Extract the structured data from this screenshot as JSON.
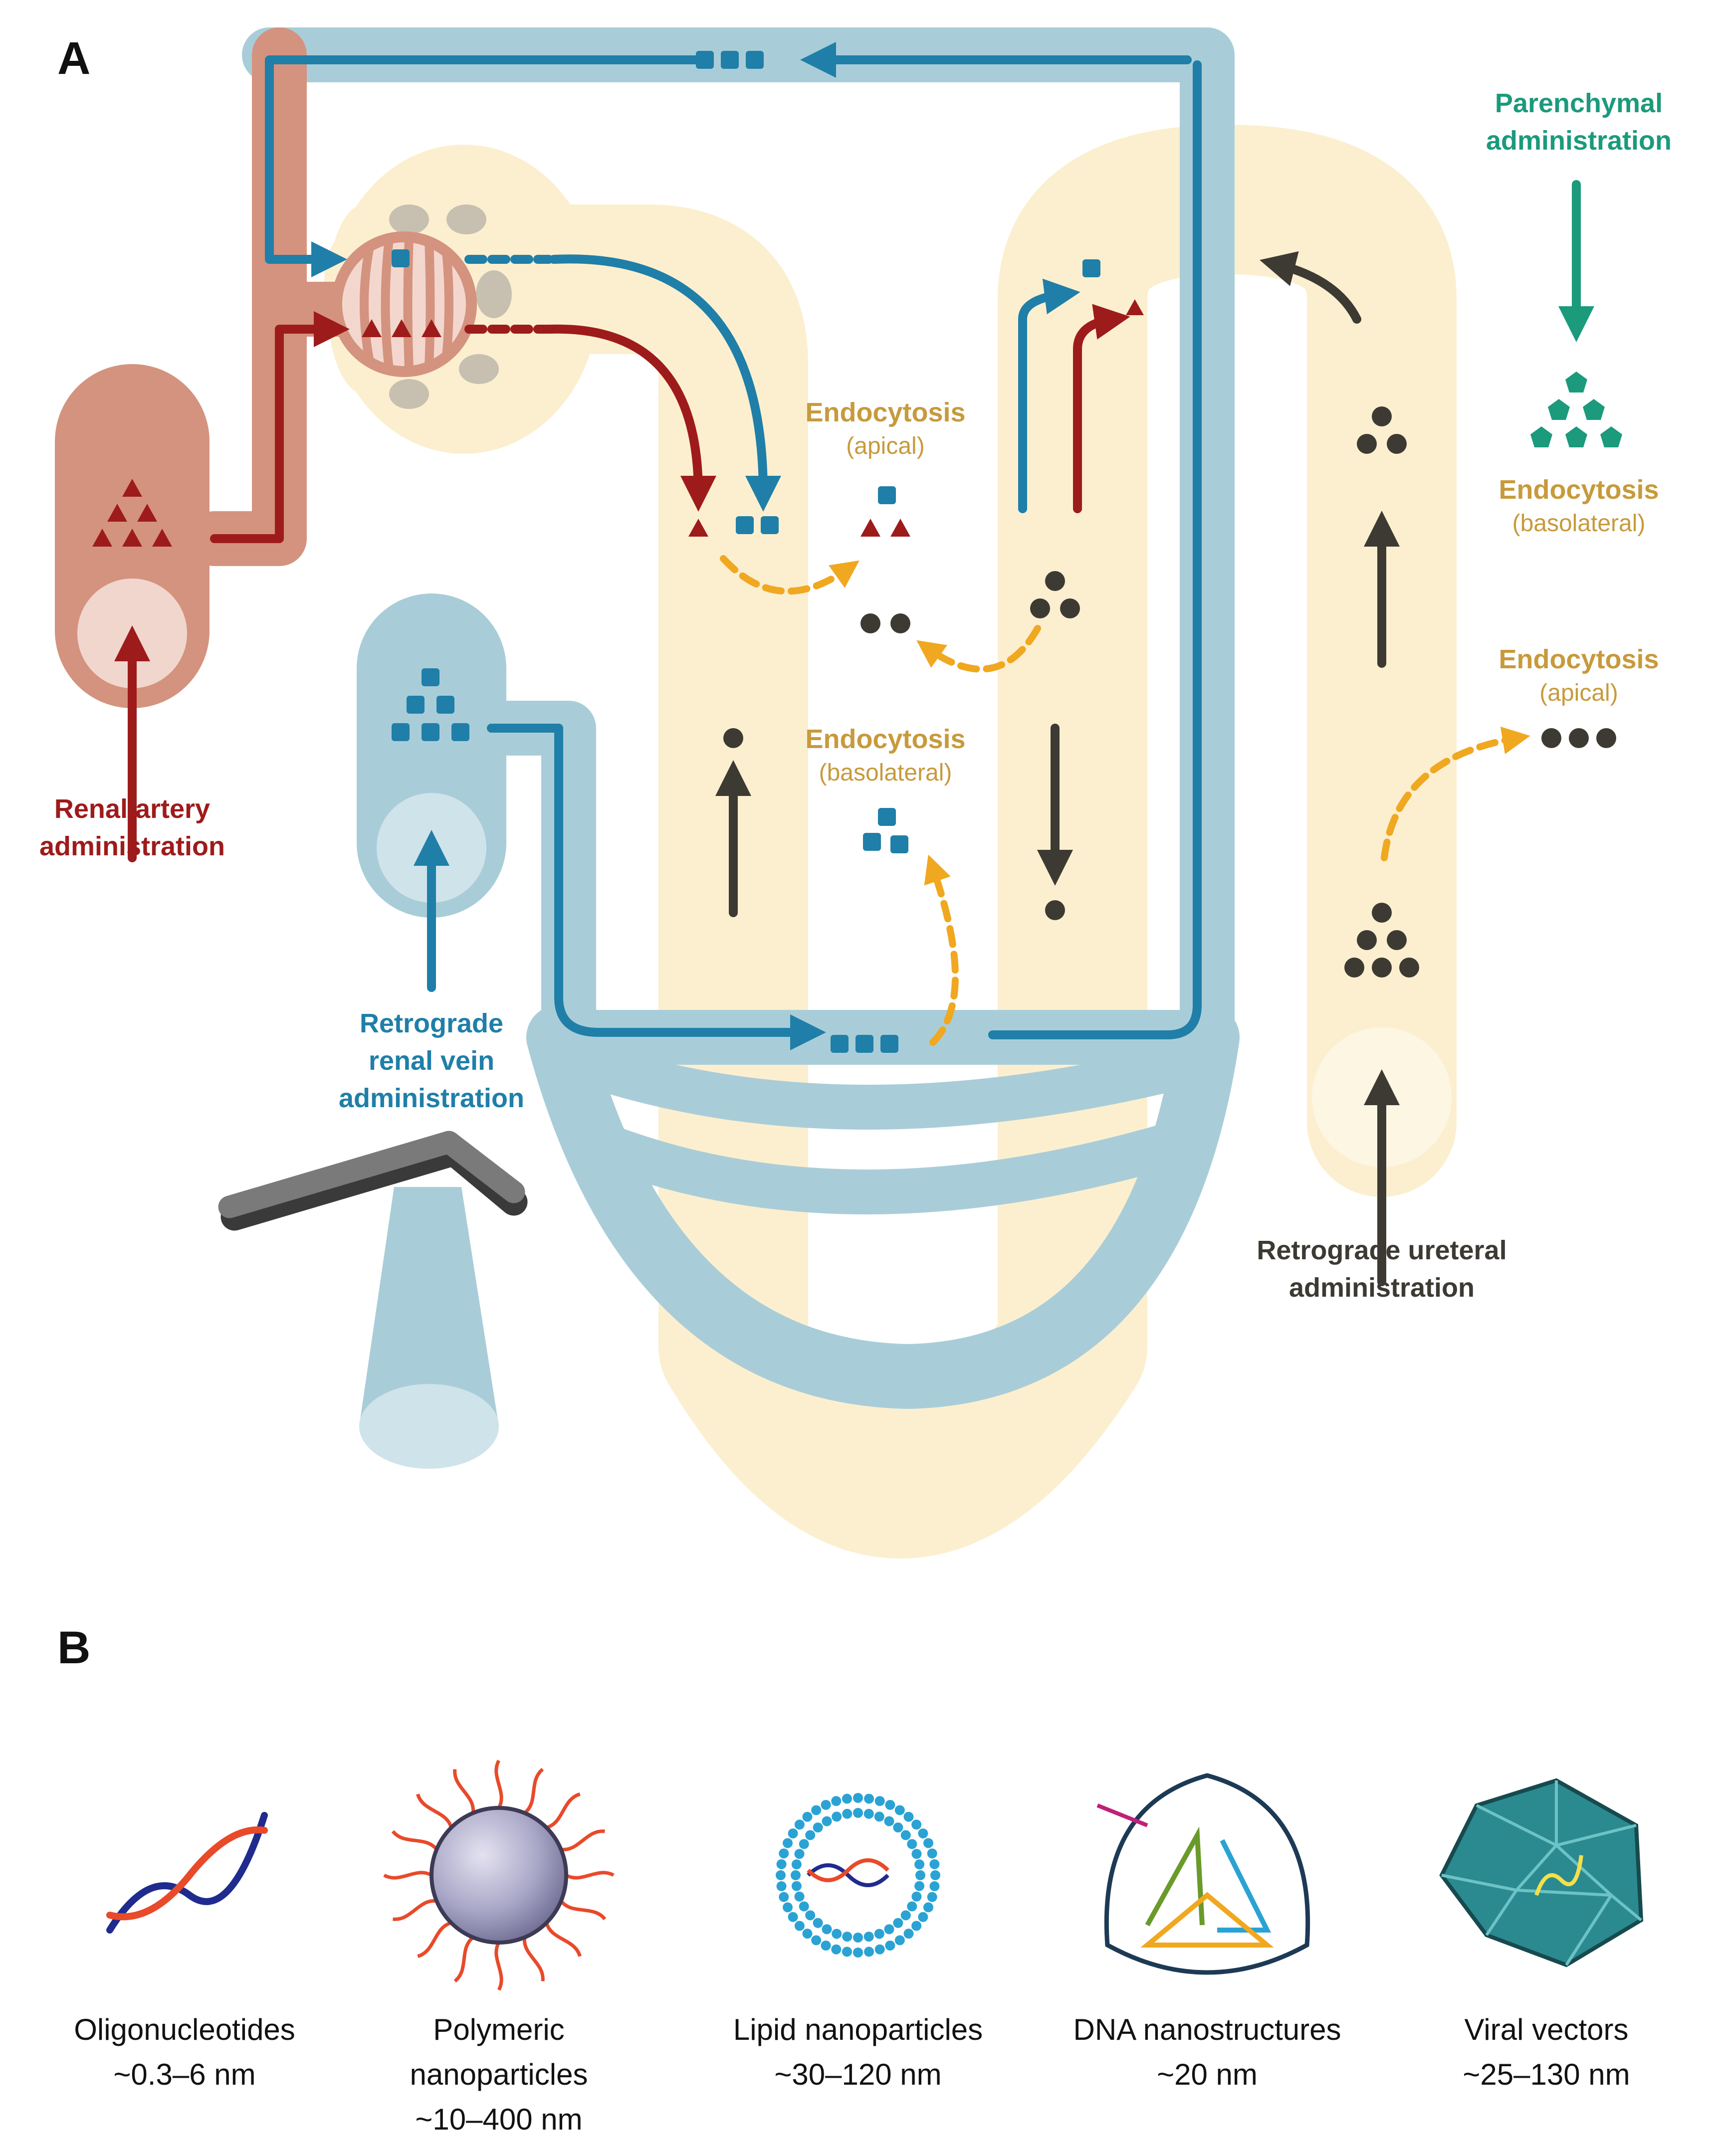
{
  "panels": {
    "a": "A",
    "b": "B"
  },
  "colors": {
    "artery": "#d4937f",
    "artery_dark": "#9e1b1b",
    "vein": "#a9cdd8",
    "vein_dark": "#1f7fa8",
    "tubule": "#fcefcf",
    "neutral_dark": "#3d3a33",
    "parenchymal": "#1b9a7c",
    "endocytosis": "#c79a3c",
    "dashed_arrow": "#f0a820"
  },
  "labels": {
    "renal_artery": [
      "Renal artery",
      "administration"
    ],
    "retrograde_vein": [
      "Retrograde",
      "renal vein",
      "administration"
    ],
    "parenchymal": [
      "Parenchymal",
      "administration"
    ],
    "retrograde_ureteral": [
      "Retrograde ureteral",
      "administration"
    ],
    "endocytosis_apical_1": {
      "title": "Endocytosis",
      "sub": "(apical)"
    },
    "endocytosis_basolateral_1": {
      "title": "Endocytosis",
      "sub": "(basolateral)"
    },
    "endocytosis_basolateral_2": {
      "title": "Endocytosis",
      "sub": "(basolateral)"
    },
    "endocytosis_apical_2": {
      "title": "Endocytosis",
      "sub": "(apical)"
    }
  },
  "carriers": [
    {
      "name": "Oligonucleotides",
      "size": "~0.3–6 nm",
      "icon": "dna-helix-icon"
    },
    {
      "name": "Polymeric",
      "name2": "nanoparticles",
      "size": "~10–400 nm",
      "icon": "polymeric-nanoparticle-icon"
    },
    {
      "name": "Lipid nanoparticles",
      "size": "~30–120 nm",
      "icon": "lipid-nanoparticle-icon"
    },
    {
      "name": "DNA nanostructures",
      "size": "~20 nm",
      "icon": "dna-nanostructure-icon"
    },
    {
      "name": "Viral vectors",
      "size": "~25–130 nm",
      "icon": "viral-vector-icon"
    }
  ]
}
